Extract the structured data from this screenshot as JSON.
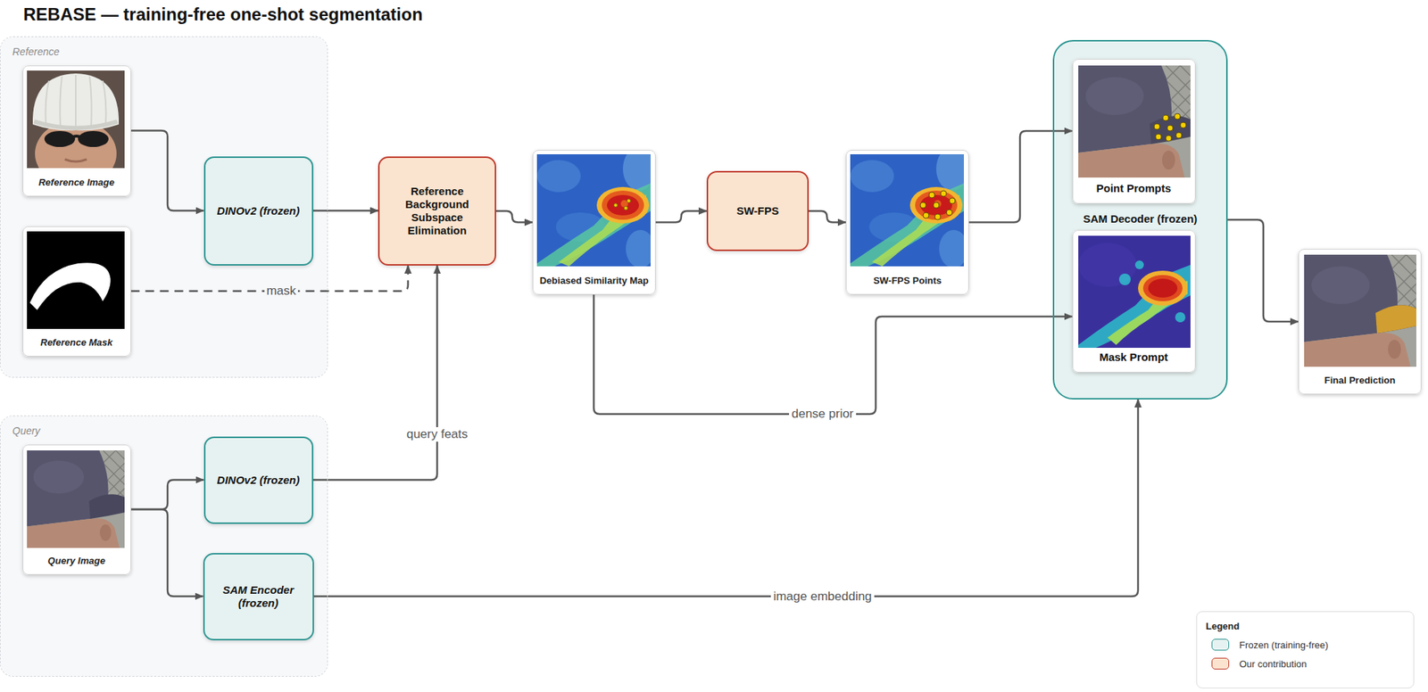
{
  "diagram": {
    "title": "REBASE — training-free one-shot segmentation",
    "nodes": [
      {
        "text": [
          "Reference"
        ]
      },
      {
        "text": [
          "Reference Image"
        ],
        "in": 0
      },
      {
        "text": [
          "Reference Mask"
        ],
        "in": 0
      },
      {
        "text": [
          "DINOv2 (frozen)"
        ],
        "in": 0
      },
      {
        "text": [
          "Query"
        ]
      },
      {
        "text": [
          "Query Image"
        ],
        "in": 4
      },
      {
        "text": [
          "DINOv2 (frozen)"
        ],
        "in": 4
      },
      {
        "text": [
          "SAM Encoder (frozen)"
        ],
        "in": 4
      },
      {
        "text": [
          "Reference Background Subspace Elimination"
        ]
      },
      {
        "text": [
          "Debiased Similarity Map"
        ]
      },
      {
        "text": [
          "SW-FPS"
        ]
      },
      {
        "text": [
          "SW-FPS Points"
        ]
      },
      {
        "text": [
          "SAM Decoder (frozen)"
        ]
      },
      {
        "text": [
          "Point Prompts"
        ],
        "in": 12
      },
      {
        "text": [
          "Mask Prompt"
        ],
        "in": 12
      },
      {
        "text": [
          "Final Prediction"
        ]
      }
    ],
    "edges": [
      {
        "from": 1,
        "to": 3,
        "arrow": "to"
      },
      {
        "from": 2,
        "to": 8,
        "label": "mask",
        "arrow": "to"
      },
      {
        "from": 3,
        "to": 8,
        "arrow": "to"
      },
      {
        "from": 6,
        "to": 8,
        "label": "query feats",
        "arrow": "to"
      },
      {
        "from": 5,
        "to": 6,
        "arrow": "to"
      },
      {
        "from": 5,
        "to": 7,
        "arrow": "to"
      },
      {
        "from": 8,
        "to": 9,
        "arrow": "to"
      },
      {
        "from": 9,
        "to": 10,
        "arrow": "to"
      },
      {
        "from": 10,
        "to": 11,
        "arrow": "to"
      },
      {
        "from": 11,
        "to": 13,
        "arrow": "to"
      },
      {
        "from": 9,
        "to": 14,
        "label": "dense prior",
        "arrow": "to"
      },
      {
        "from": 7,
        "to": 12,
        "label": "image embedding",
        "arrow": "to"
      },
      {
        "from": 12,
        "to": 15,
        "arrow": "to"
      }
    ],
    "labels": [
      "Legend"
    ],
    "legend": [
      {
        "text": "Frozen (training-free)",
        "color": "#e6f2f1"
      },
      {
        "text": "Our contribution",
        "color": "#fbe4cf"
      }
    ]
  }
}
